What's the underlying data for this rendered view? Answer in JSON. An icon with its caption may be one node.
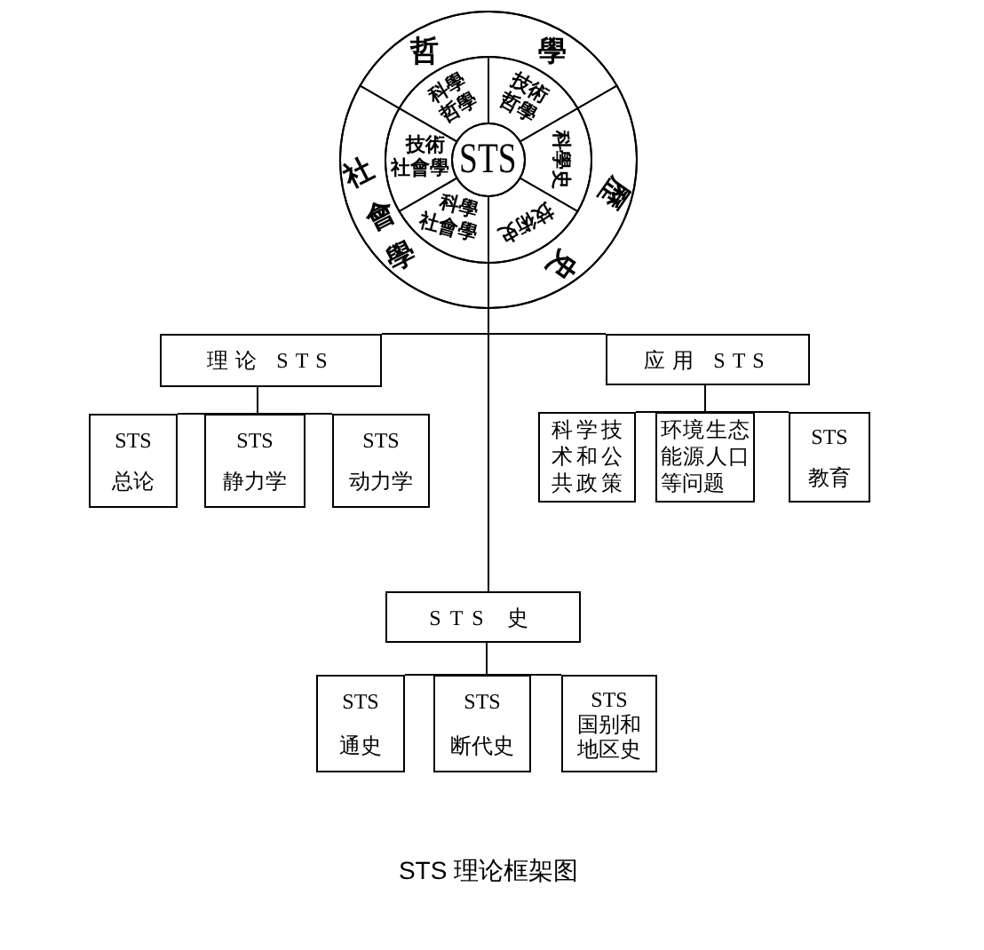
{
  "diagram": {
    "caption": "STS 理论框架图",
    "nodes": [
      {
        "text": [],
        "shape": "circle"
      },
      {
        "text": [
          "STS"
        ],
        "in": 0
      },
      {
        "text": [
          "科學哲學"
        ],
        "in": 0
      },
      {
        "text": [
          "技術哲學"
        ],
        "in": 0
      },
      {
        "text": [
          "科學史"
        ],
        "in": 0
      },
      {
        "text": [
          "技術史"
        ],
        "in": 0
      },
      {
        "text": [
          "科學社會學"
        ],
        "in": 0
      },
      {
        "text": [
          "技術社會學"
        ],
        "in": 0
      },
      {
        "text": [
          "哲學"
        ],
        "in": 0
      },
      {
        "text": [
          "歷史"
        ],
        "in": 0
      },
      {
        "text": [
          "社會學"
        ],
        "in": 0
      },
      {
        "text": [
          "理论 STS"
        ]
      },
      {
        "text": [
          "应用 STS"
        ]
      },
      {
        "text": [
          "STS 总论"
        ]
      },
      {
        "text": [
          "STS 静力学"
        ]
      },
      {
        "text": [
          "STS 动力学"
        ]
      },
      {
        "text": [
          "科学技术和公共政策"
        ]
      },
      {
        "text": [
          "环境生态能源人口等问题"
        ]
      },
      {
        "text": [
          "STS 教育"
        ]
      },
      {
        "text": [
          "STS 史"
        ]
      },
      {
        "text": [
          "STS 通史"
        ]
      },
      {
        "text": [
          "STS 断代史"
        ]
      },
      {
        "text": [
          "STS 国别和地区史"
        ]
      }
    ],
    "edges": [
      {
        "from": 0,
        "to": 11,
        "arrow": "none"
      },
      {
        "from": 0,
        "to": 12,
        "arrow": "none"
      },
      {
        "from": 0,
        "to": 19,
        "arrow": "none"
      },
      {
        "from": 11,
        "to": 13,
        "arrow": "none"
      },
      {
        "from": 11,
        "to": 14,
        "arrow": "none"
      },
      {
        "from": 11,
        "to": 15,
        "arrow": "none"
      },
      {
        "from": 12,
        "to": 16,
        "arrow": "none"
      },
      {
        "from": 12,
        "to": 17,
        "arrow": "none"
      },
      {
        "from": 12,
        "to": 18,
        "arrow": "none"
      },
      {
        "from": 19,
        "to": 20,
        "arrow": "none"
      },
      {
        "from": 19,
        "to": 21,
        "arrow": "none"
      },
      {
        "from": 19,
        "to": 22,
        "arrow": "none"
      }
    ]
  }
}
